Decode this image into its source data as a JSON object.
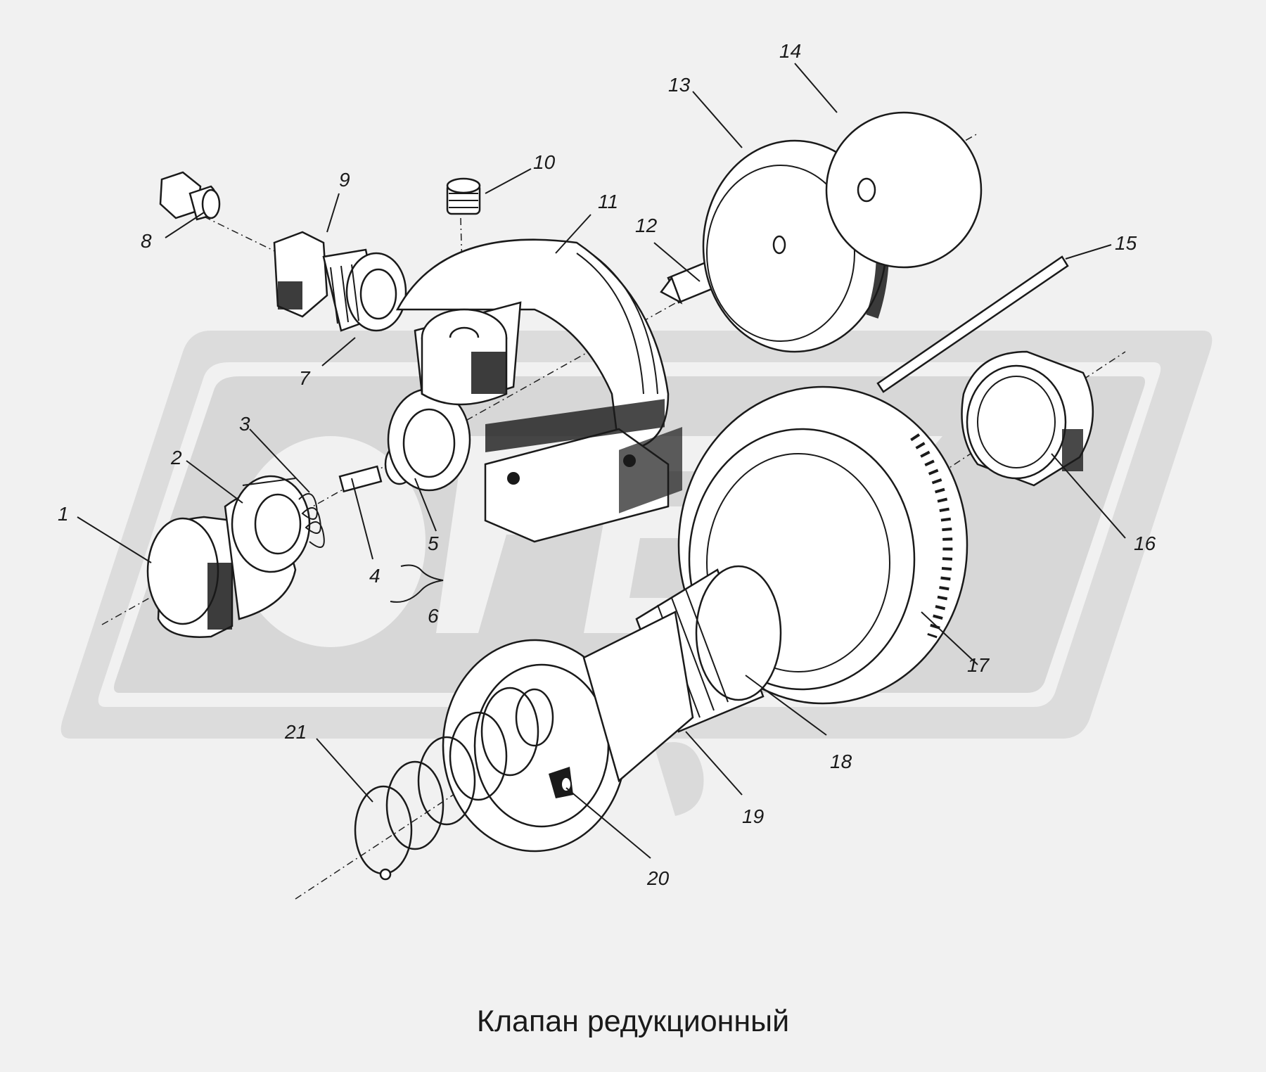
{
  "title": "Клапан редукционный",
  "watermark_text": "ОРЕХ",
  "callouts": [
    "1",
    "2",
    "3",
    "4",
    "5",
    "6",
    "7",
    "8",
    "9",
    "10",
    "11",
    "12",
    "13",
    "14",
    "15",
    "16",
    "17",
    "18",
    "19",
    "20",
    "21"
  ]
}
